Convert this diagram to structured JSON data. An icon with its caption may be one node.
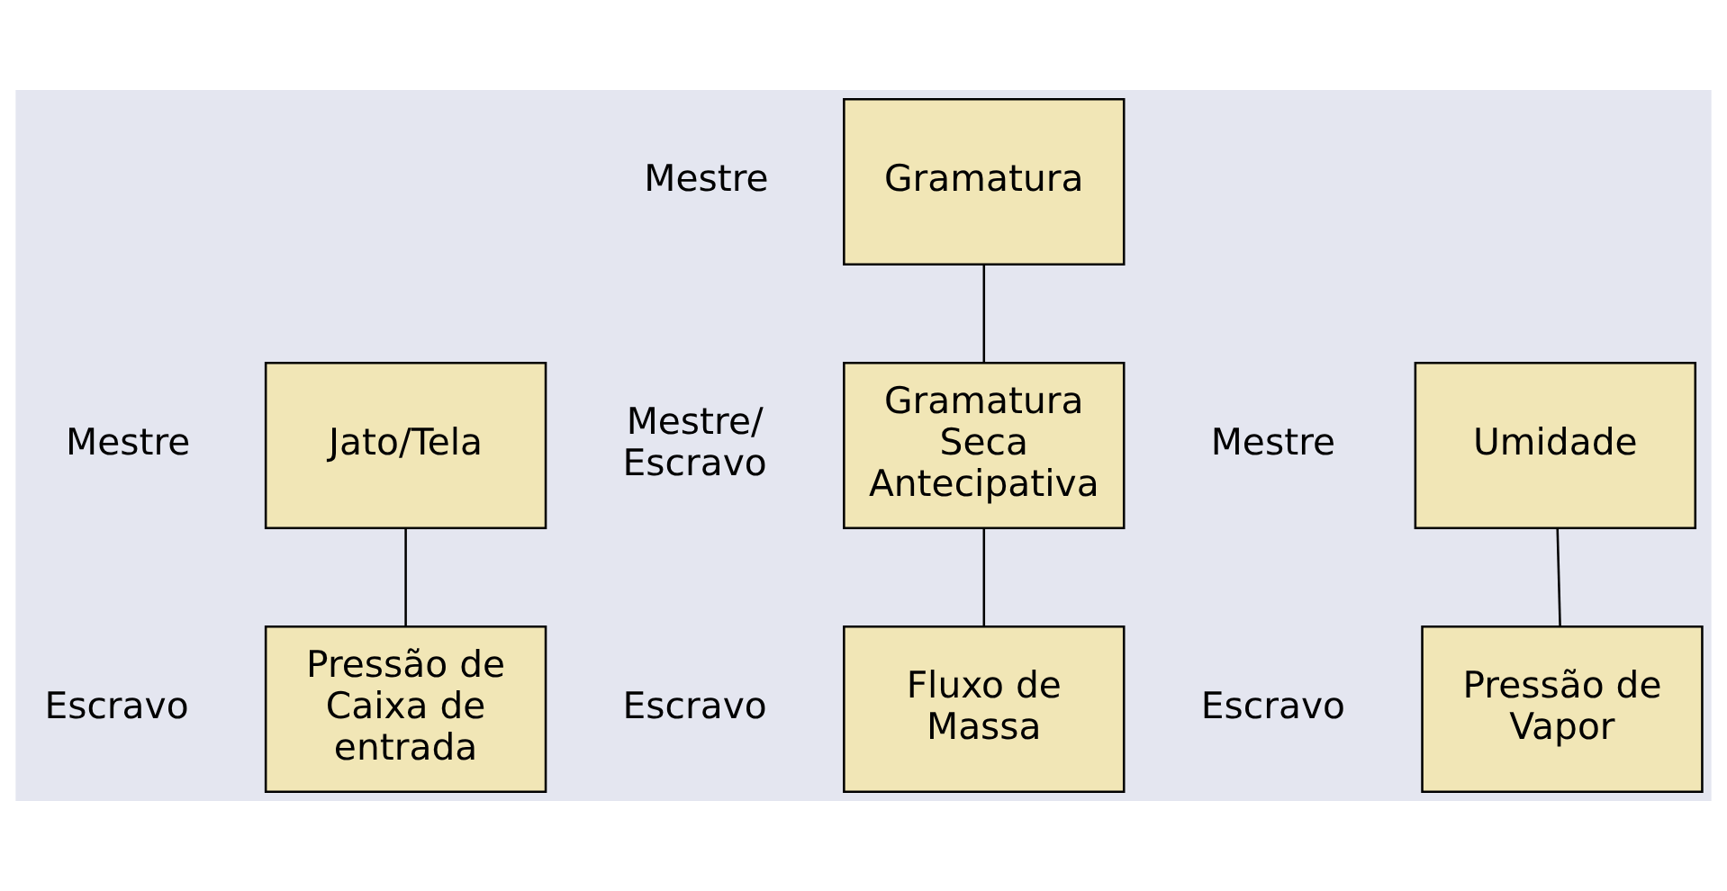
{
  "diagram": {
    "nodes": [
      {
        "text": [
          "Gramatura"
        ],
        "beside": [
          "Mestre"
        ]
      },
      {
        "text": [
          "Jato/Tela"
        ],
        "beside": [
          "Mestre"
        ]
      },
      {
        "text": [
          "Gramatura Seca Antecipativa"
        ],
        "beside": [
          "Mestre/ Escravo"
        ]
      },
      {
        "text": [
          "Umidade"
        ],
        "beside": [
          "Mestre"
        ]
      },
      {
        "text": [
          "Pressão de Caixa de entrada"
        ],
        "beside": [
          "Escravo"
        ]
      },
      {
        "text": [
          "Fluxo de Massa"
        ],
        "beside": [
          "Escravo"
        ]
      },
      {
        "text": [
          "Pressão de Vapor"
        ],
        "beside": [
          "Escravo"
        ]
      }
    ],
    "edges": [
      {
        "from": 0,
        "to": 2,
        "arrow": "none"
      },
      {
        "from": 1,
        "to": 4,
        "arrow": "none"
      },
      {
        "from": 2,
        "to": 5,
        "arrow": "none"
      },
      {
        "from": 3,
        "to": 6,
        "arrow": "none"
      }
    ]
  }
}
